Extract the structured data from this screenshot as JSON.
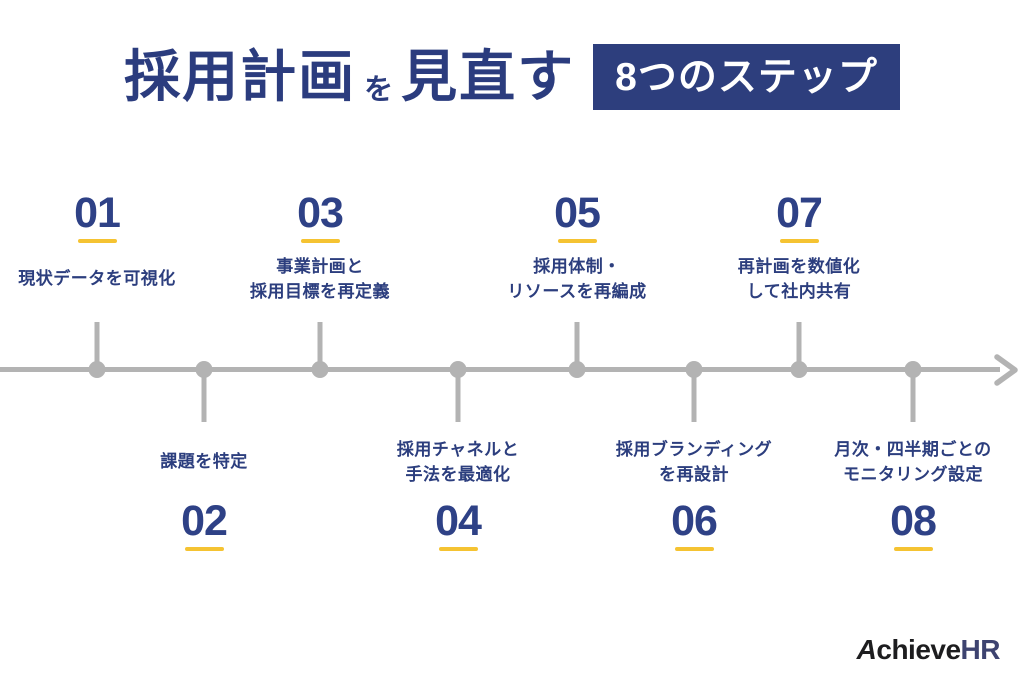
{
  "title": {
    "main_part1": "採用計画",
    "particle": "を",
    "main_part2": "見直す",
    "badge": "8つのステップ"
  },
  "steps": [
    {
      "number": "01",
      "label_line1": "現状データを可視化"
    },
    {
      "number": "02",
      "label_line1": "課題を特定"
    },
    {
      "number": "03",
      "label_line1": "事業計画と",
      "label_line2": "採用目標を再定義"
    },
    {
      "number": "04",
      "label_line1": "採用チャネルと",
      "label_line2": "手法を最適化"
    },
    {
      "number": "05",
      "label_line1": "採用体制・",
      "label_line2": "リソースを再編成"
    },
    {
      "number": "06",
      "label_line1": "採用ブランディング",
      "label_line2": "を再設計"
    },
    {
      "number": "07",
      "label_line1": "再計画を数値化",
      "label_line2": "して社内共有"
    },
    {
      "number": "08",
      "label_line1": "月次・四半期ごとの",
      "label_line2": "モニタリング設定"
    }
  ],
  "logo": {
    "part1": "Achieve",
    "part2": "HR"
  },
  "colors": {
    "navy": "#2d3e7d",
    "accent_yellow": "#f5c332",
    "timeline_gray": "#b3b3b3",
    "logo_black": "#1d1d1f",
    "logo_blue": "#3d4370",
    "background": "#ffffff"
  }
}
